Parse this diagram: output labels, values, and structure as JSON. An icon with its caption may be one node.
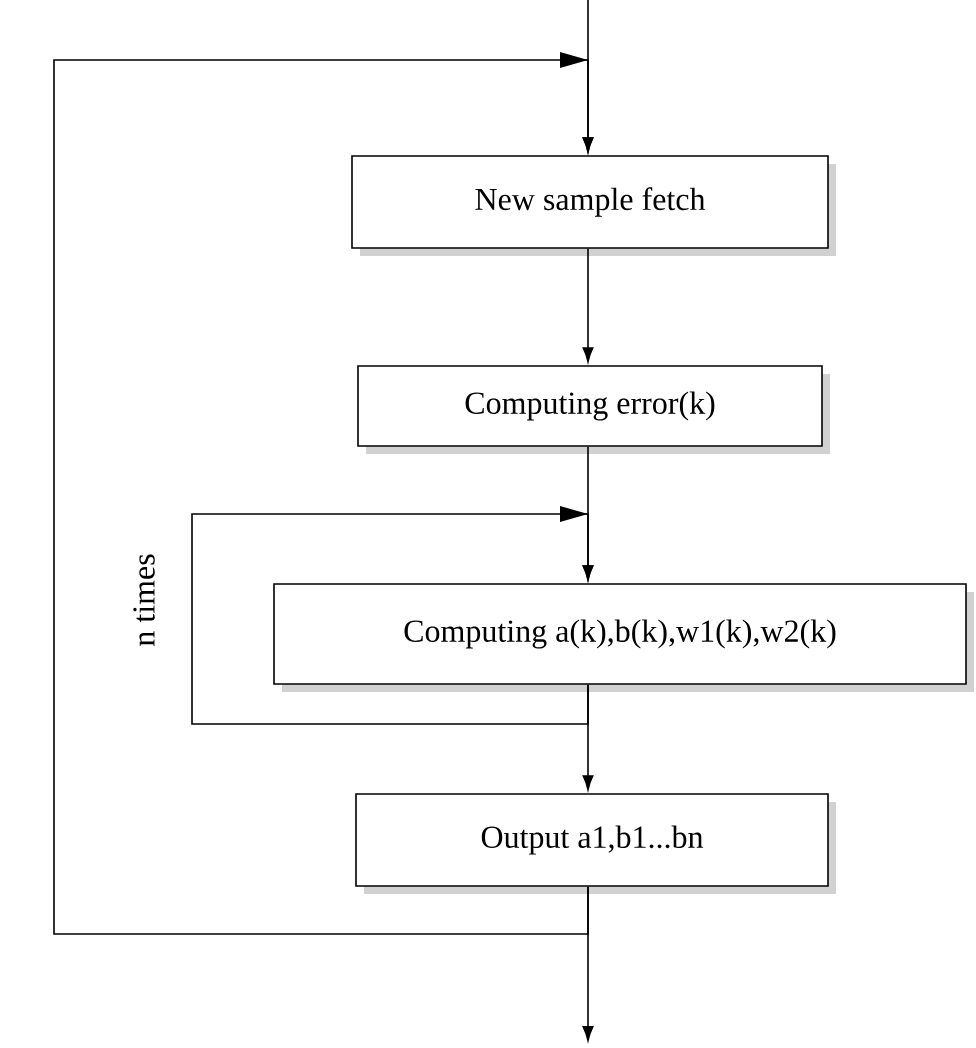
{
  "diagram": {
    "nodes": [
      {
        "text": [
          "New sample fetch"
        ]
      },
      {
        "text": [
          "Computing error(k)"
        ]
      },
      {
        "text": [
          "Computing a(k),b(k),w1(k),w2(k)"
        ]
      },
      {
        "text": [
          "Output a1,b1...bn"
        ]
      }
    ],
    "edges": [
      {
        "from": null,
        "to": 0,
        "arrow": "to"
      },
      {
        "from": 0,
        "to": 1,
        "arrow": "to"
      },
      {
        "from": 1,
        "to": 2,
        "arrow": "to"
      },
      {
        "from": 2,
        "to": 2,
        "arrow": "to"
      },
      {
        "from": 2,
        "to": 3,
        "arrow": "to"
      },
      {
        "from": 3,
        "to": null,
        "arrow": "to"
      },
      {
        "from": 3,
        "to": 0,
        "arrow": "to"
      }
    ],
    "labels": [
      "n times"
    ]
  }
}
